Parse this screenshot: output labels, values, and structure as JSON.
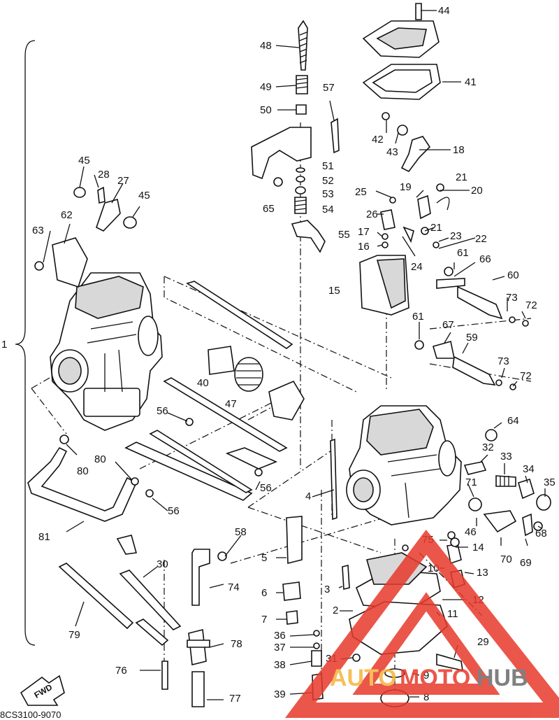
{
  "diagram": {
    "group_label": "1",
    "fwd_label": "FWD",
    "ref_code": "8CS3100-9070",
    "labels": [
      "2",
      "3",
      "4",
      "5",
      "6",
      "7",
      "8",
      "9",
      "10",
      "11",
      "12",
      "13",
      "14",
      "15",
      "16",
      "17",
      "18",
      "19",
      "20",
      "21",
      "21b",
      "22",
      "23",
      "24",
      "25",
      "26",
      "27",
      "28",
      "29",
      "30",
      "31",
      "32",
      "33",
      "34",
      "35",
      "36",
      "37",
      "38",
      "39",
      "40",
      "41",
      "42",
      "43",
      "44",
      "45",
      "45b",
      "46",
      "47",
      "48",
      "49",
      "50",
      "51",
      "52",
      "53",
      "54",
      "55",
      "56",
      "56b",
      "56c",
      "57",
      "58",
      "59",
      "60",
      "61",
      "61b",
      "62",
      "63",
      "64",
      "65",
      "66",
      "67",
      "68",
      "69",
      "70",
      "71",
      "72",
      "72b",
      "73",
      "73b",
      "74",
      "75",
      "76",
      "77",
      "78",
      "79",
      "80",
      "80b",
      "81"
    ],
    "label_text": {
      "2": "2",
      "3": "3",
      "4": "4",
      "5": "5",
      "6": "6",
      "7": "7",
      "8": "8",
      "9": "9",
      "10": "10",
      "11": "11",
      "12": "12",
      "13": "13",
      "14": "14",
      "15": "15",
      "16": "16",
      "17": "17",
      "18": "18",
      "19": "19",
      "20": "20",
      "21": "21",
      "21b": "21",
      "22": "22",
      "23": "23",
      "24": "24",
      "25": "25",
      "26": "26",
      "27": "27",
      "28": "28",
      "29": "29",
      "30": "30",
      "31": "31",
      "32": "32",
      "33": "33",
      "34": "34",
      "35": "35",
      "36": "36",
      "37": "37",
      "38": "38",
      "39": "39",
      "40": "40",
      "41": "41",
      "42": "42",
      "43": "43",
      "44": "44",
      "45": "45",
      "45b": "45",
      "46": "46",
      "47": "47",
      "48": "48",
      "49": "49",
      "50": "50",
      "51": "51",
      "52": "52",
      "53": "53",
      "54": "54",
      "55": "55",
      "56": "56",
      "56b": "56",
      "56c": "56",
      "57": "57",
      "58": "58",
      "59": "59",
      "60": "60",
      "61": "61",
      "61b": "61",
      "62": "62",
      "63": "63",
      "64": "64",
      "65": "65",
      "66": "66",
      "67": "67",
      "68": "68",
      "69": "69",
      "70": "70",
      "71": "71",
      "72": "72",
      "72b": "72",
      "73": "73",
      "73b": "73",
      "74": "74",
      "75": "75",
      "76": "76",
      "77": "77",
      "78": "78",
      "79": "79",
      "80": "80",
      "80b": "80",
      "81": "81"
    }
  },
  "watermark": {
    "text_part1": "AUTO",
    "text_part2": "MOTO",
    "text_part3": "HUB",
    "color_primary": "#e8392b",
    "color_secondary": "#f5b53a",
    "color_dark": "#6a6a6a"
  }
}
